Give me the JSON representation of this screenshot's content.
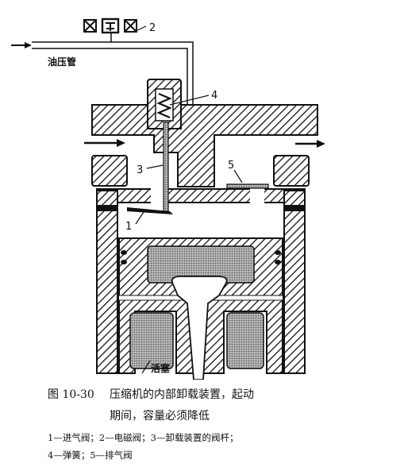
{
  "figure": {
    "labels": {
      "n1": "1",
      "n2": "2",
      "n3": "3",
      "n4": "4",
      "n5": "5",
      "oil_pipe": "油压管",
      "piston": "活塞"
    }
  },
  "caption": {
    "number": "图 10-30",
    "title_line1": "压缩机的内部卸载装置，起动",
    "title_line2": "期间，容量必须降低"
  },
  "legend": {
    "line1": "1—进气阀；2—电磁阀；3—卸载装置的阀杆；",
    "line2": "4—弹簧；5—排气阀"
  },
  "colors": {
    "ink": "#111111",
    "halftone": "#9a9a9a"
  }
}
